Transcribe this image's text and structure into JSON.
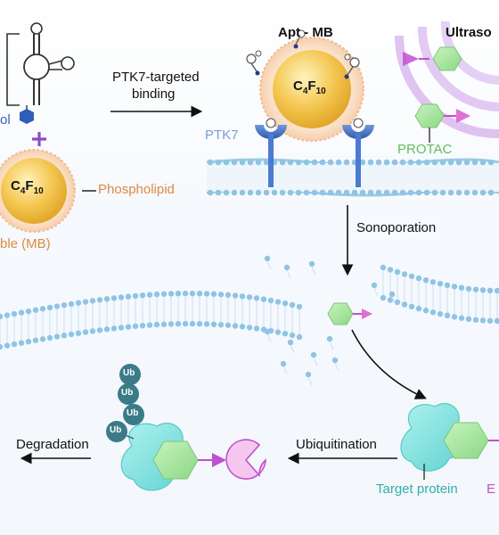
{
  "title_apt_mb": "Apt - MB",
  "title_ultrasound": "Ultraso",
  "step_binding_line1": "PTK7-targeted",
  "step_binding_line2": "binding",
  "step_sonoporation": "Sonoporation",
  "step_ubiquitination": "Ubiquitination",
  "step_degradation": "Degradation",
  "label_ptk7": "PTK7",
  "label_protac": "PROTAC",
  "label_phospholipid": "Phospholipid",
  "label_microbubble": "ble (MB)",
  "label_cut_left": "ol",
  "label_target_protein": "Target protein",
  "label_cut_right": "E",
  "gas_c": "C",
  "gas_sub4": "4",
  "gas_f": "F",
  "gas_sub10": "10",
  "ub": "Ub",
  "colors": {
    "bubble_core": "#f4c64f",
    "bubble_shell": "#f0b98a",
    "ptk7": "#3f6fbd",
    "protac_green": "#a8e6a0",
    "protac_pink": "#e06fd6",
    "e3_pink": "#f5c7ef",
    "target_cyan": "#8ee6e3",
    "ub_teal": "#3b7b87",
    "ultrasound": "#c58fe0",
    "membrane": "#9ccbe6"
  }
}
